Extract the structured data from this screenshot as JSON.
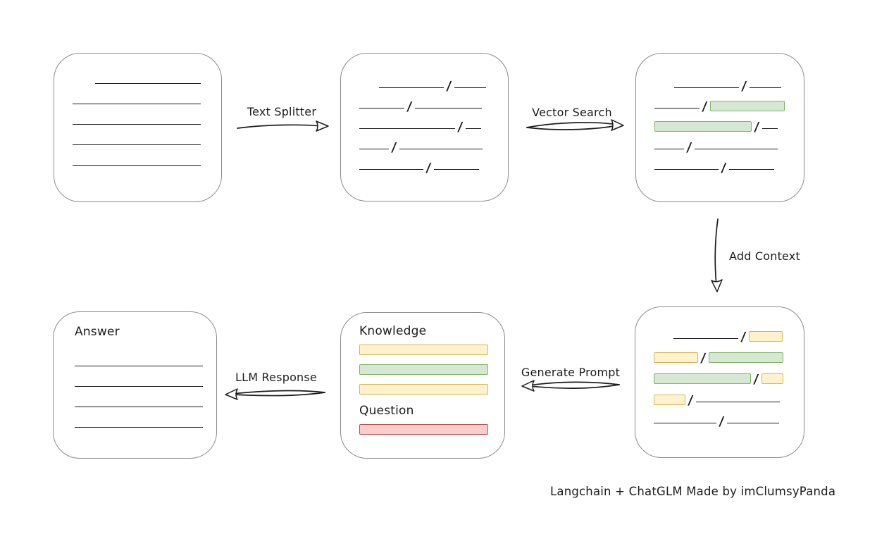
{
  "colors": {
    "bg": "#ffffff",
    "ink": "#1c1c1c",
    "box_border": "#8c8c8c",
    "green_fill": "#d5e8d4",
    "green_border": "#82b366",
    "yellow_fill": "#fff2cc",
    "yellow_border": "#d6b656",
    "red_fill": "#f8cecc",
    "red_border": "#b85450"
  },
  "labels": {
    "text_splitter": "Text Splitter",
    "vector_search": "Vector Search",
    "add_context": "Add Context",
    "generate_prompt": "Generate Prompt",
    "llm_response": "LLM Response",
    "caption": "Langchain + ChatGLM Made by imClumsyPanda"
  },
  "boxes": {
    "document": {
      "rows": [
        [
          {
            "t": "gap",
            "w": 32
          },
          {
            "t": "line",
            "w": 150
          }
        ],
        [
          {
            "t": "line",
            "w": 182
          }
        ],
        [
          {
            "t": "line",
            "w": 182
          }
        ],
        [
          {
            "t": "line",
            "w": 182
          }
        ],
        [
          {
            "t": "line",
            "w": 182
          }
        ]
      ]
    },
    "chunks": {
      "rows": [
        [
          {
            "t": "gap",
            "w": 28
          },
          {
            "t": "line",
            "w": 92
          },
          {
            "t": "slash"
          },
          {
            "t": "line",
            "w": 45
          }
        ],
        [
          {
            "t": "line",
            "w": 64
          },
          {
            "t": "slash"
          },
          {
            "t": "line",
            "w": 95
          }
        ],
        [
          {
            "t": "line",
            "w": 136
          },
          {
            "t": "slash"
          },
          {
            "t": "line",
            "w": 22
          }
        ],
        [
          {
            "t": "line",
            "w": 42
          },
          {
            "t": "slash"
          },
          {
            "t": "line",
            "w": 118
          }
        ],
        [
          {
            "t": "line",
            "w": 91
          },
          {
            "t": "slash"
          },
          {
            "t": "line",
            "w": 64
          }
        ]
      ]
    },
    "vector_matches": {
      "rows": [
        [
          {
            "t": "gap",
            "w": 28
          },
          {
            "t": "line",
            "w": 92
          },
          {
            "t": "slash"
          },
          {
            "t": "line",
            "w": 45
          }
        ],
        [
          {
            "t": "line",
            "w": 64
          },
          {
            "t": "slash"
          },
          {
            "t": "green",
            "w": 106
          }
        ],
        [
          {
            "t": "green",
            "w": 138
          },
          {
            "t": "slash"
          },
          {
            "t": "line",
            "w": 22
          }
        ],
        [
          {
            "t": "line",
            "w": 42
          },
          {
            "t": "slash"
          },
          {
            "t": "line",
            "w": 118
          }
        ],
        [
          {
            "t": "line",
            "w": 91
          },
          {
            "t": "slash"
          },
          {
            "t": "line",
            "w": 64
          }
        ]
      ]
    },
    "context_chunks": {
      "rows": [
        [
          {
            "t": "gap",
            "w": 28
          },
          {
            "t": "line",
            "w": 92
          },
          {
            "t": "slash"
          },
          {
            "t": "yellow",
            "w": 48
          }
        ],
        [
          {
            "t": "yellow",
            "w": 63
          },
          {
            "t": "slash"
          },
          {
            "t": "green",
            "w": 106
          }
        ],
        [
          {
            "t": "green",
            "w": 138
          },
          {
            "t": "slash"
          },
          {
            "t": "yellow",
            "w": 31
          }
        ],
        [
          {
            "t": "yellow",
            "w": 45
          },
          {
            "t": "slash"
          },
          {
            "t": "line",
            "w": 119
          }
        ],
        [
          {
            "t": "line",
            "w": 89
          },
          {
            "t": "slash"
          },
          {
            "t": "line",
            "w": 74
          }
        ]
      ]
    },
    "prompt": {
      "knowledge_label": "Knowledge",
      "question_label": "Question",
      "knowledge_bars": [
        [
          {
            "t": "yellow",
            "w": 183
          }
        ],
        [
          {
            "t": "green",
            "w": 183
          }
        ],
        [
          {
            "t": "yellow",
            "w": 183
          }
        ]
      ],
      "question_bars": [
        [
          {
            "t": "red",
            "w": 183
          }
        ]
      ]
    },
    "answer": {
      "label": "Answer",
      "rows": [
        [
          {
            "t": "line",
            "w": 182
          }
        ],
        [
          {
            "t": "line",
            "w": 182
          }
        ],
        [
          {
            "t": "line",
            "w": 182
          }
        ],
        [
          {
            "t": "line",
            "w": 182
          }
        ]
      ]
    }
  }
}
